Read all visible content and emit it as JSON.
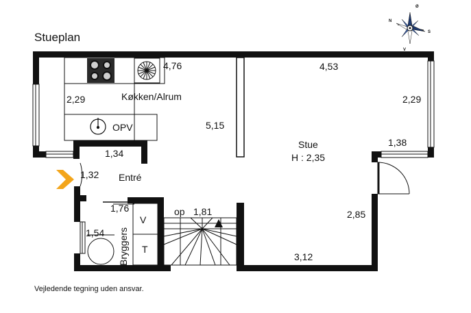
{
  "title": "Stueplan",
  "disclaimer": "Vejledende tegning uden ansvar.",
  "compass": {
    "north": "Ø",
    "south": "V",
    "east": "S",
    "west": "N"
  },
  "rooms": {
    "kitchen": {
      "name": "Køkken/Alrum",
      "dim_width": "4,76",
      "dim_depth": "2,29",
      "length": "5,15",
      "appliance": "OPV"
    },
    "living": {
      "name": "Stue",
      "height": "H : 2,35",
      "dim_top": "4,53",
      "dim_right": "2,29",
      "dim_alcove": "1,38",
      "dim_side": "2,85",
      "dim_bottom": "3,12"
    },
    "hall": {
      "name": "Entré",
      "dim_width": "1,34",
      "dim_depth": "1,32"
    },
    "utility": {
      "name": "Bryggers",
      "dim_width": "1,76",
      "dim_depth": "1,54",
      "washer": "V",
      "dryer": "T"
    },
    "stairs": {
      "direction": "op",
      "dim": "1,81"
    }
  },
  "colors": {
    "wall": "#111111",
    "hob": "#2a2a2a",
    "entry_arrow": "#f3a51b"
  }
}
